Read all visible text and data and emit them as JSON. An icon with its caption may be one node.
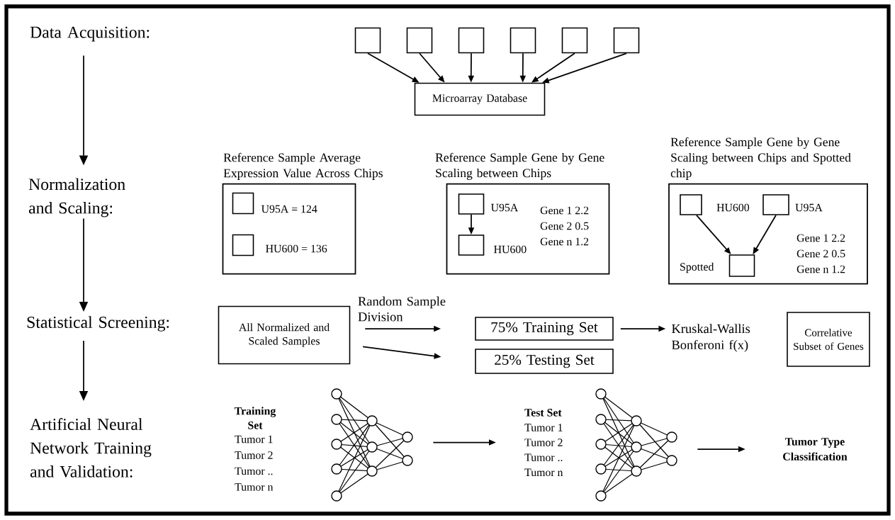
{
  "diagram": {
    "nodes": [
      {
        "text": [
          "Data Acquisition:"
        ]
      },
      {
        "text": [
          "Normalization and Scaling:"
        ]
      },
      {
        "text": [
          "Statistical Screening:"
        ]
      },
      {
        "text": [
          "Artificial Neural Network Training and Validation:"
        ]
      },
      {
        "text": [],
        "shape": "box"
      },
      {
        "text": [],
        "shape": "box"
      },
      {
        "text": [],
        "shape": "box"
      },
      {
        "text": [],
        "shape": "box"
      },
      {
        "text": [],
        "shape": "box"
      },
      {
        "text": [],
        "shape": "box"
      },
      {
        "text": [
          "Microarray Database"
        ]
      },
      {
        "text": [
          "Reference Sample Average Expression Value Across Chips"
        ]
      },
      {
        "text": [],
        "shape": "box",
        "beside": [
          "U95A = 124"
        ],
        "in": 11
      },
      {
        "text": [],
        "shape": "box",
        "beside": [
          "HU600 = 136"
        ],
        "in": 11
      },
      {
        "text": [
          "Reference Sample Gene by Gene Scaling between Chips"
        ]
      },
      {
        "text": [],
        "shape": "box",
        "beside": [
          "U95A"
        ],
        "in": 14
      },
      {
        "text": [],
        "shape": "box",
        "beside": [
          "HU600"
        ],
        "in": 14
      },
      {
        "text": [
          "Reference Sample Gene by Gene Scaling between Chips and Spotted chip"
        ]
      },
      {
        "text": [],
        "shape": "box",
        "beside": [
          "HU600"
        ],
        "in": 17
      },
      {
        "text": [],
        "shape": "box",
        "beside": [
          "U95A"
        ],
        "in": 17
      },
      {
        "text": [],
        "shape": "box",
        "beside": [
          "Spotted"
        ],
        "in": 17
      },
      {
        "text": [
          "All Normalized and Scaled Samples"
        ]
      },
      {
        "text": [
          "75% Training Set"
        ]
      },
      {
        "text": [
          "25% Testing Set"
        ]
      },
      {
        "text": [
          "Kruskal-Wallis Bonferoni f(x)"
        ]
      },
      {
        "text": [
          "Correlative Subset of Genes"
        ]
      },
      {
        "text": [],
        "shape": "network"
      },
      {
        "text": [
          "Test Set",
          "Tumor 1",
          "Tumor 2",
          "Tumor ..",
          "Tumor n"
        ]
      },
      {
        "text": [],
        "shape": "network"
      },
      {
        "text": [
          "Tumor Type Classification"
        ]
      }
    ],
    "edges": [
      {
        "from": 0,
        "to": 1,
        "arrow": "to"
      },
      {
        "from": 1,
        "to": 2,
        "arrow": "to"
      },
      {
        "from": 2,
        "to": 3,
        "arrow": "to"
      },
      {
        "from": 4,
        "to": 10,
        "arrow": "to"
      },
      {
        "from": 5,
        "to": 10,
        "arrow": "to"
      },
      {
        "from": 6,
        "to": 10,
        "arrow": "to"
      },
      {
        "from": 7,
        "to": 10,
        "arrow": "to"
      },
      {
        "from": 8,
        "to": 10,
        "arrow": "to"
      },
      {
        "from": 9,
        "to": 10,
        "arrow": "to"
      },
      {
        "from": 15,
        "to": 16,
        "arrow": "to"
      },
      {
        "from": 18,
        "to": 20,
        "arrow": "to"
      },
      {
        "from": 19,
        "to": 20,
        "arrow": "to"
      },
      {
        "from": 21,
        "to": 22,
        "arrow": "to",
        "label": "Random Sample Division"
      },
      {
        "from": 21,
        "to": 23,
        "arrow": "to"
      },
      {
        "from": 22,
        "to": 24,
        "arrow": "to"
      },
      {
        "from": 26,
        "to": 27,
        "arrow": "to"
      },
      {
        "from": 28,
        "to": 29,
        "arrow": "to"
      }
    ],
    "labels": [
      "Gene 1 2.2",
      "Gene 2 0.5",
      "Gene n 1.2",
      "Gene 1 2.2",
      "Gene 2 0.5",
      "Gene n 1.2",
      "Training Set",
      "Tumor 1",
      "Tumor 2",
      "Tumor ..",
      "Tumor n"
    ]
  }
}
